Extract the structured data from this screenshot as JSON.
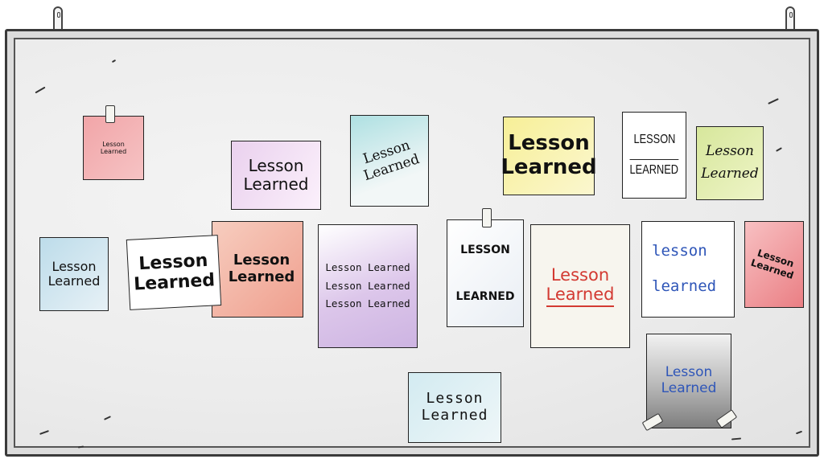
{
  "board": {
    "notes": [
      {
        "line1": "Lesson",
        "line2": "Learned"
      },
      {
        "line1": "Lesson",
        "line2": "Learned"
      },
      {
        "line1": "Lesson",
        "line2": "Learned"
      },
      {
        "line1": "Lesson",
        "line2": "Learned"
      },
      {
        "line1": "LESSON",
        "line2": "LEARNED"
      },
      {
        "line1": "Lesson",
        "line2": "Learned"
      },
      {
        "line1": "Lesson",
        "line2": "Learned"
      },
      {
        "line1": "Lesson",
        "line2": "Learned"
      },
      {
        "line1": "Lesson",
        "line2": "Learned"
      },
      {
        "line1": "Lesson Learned",
        "line2": "Lesson Learned",
        "line3": "Lesson Learned"
      },
      {
        "line1": "LESSON",
        "line2": "LEARNED"
      },
      {
        "line1": "Lesson",
        "line2": "Learned"
      },
      {
        "line1": "lesson",
        "line2": "learned"
      },
      {
        "line1": "Lesson",
        "line2": "Learned"
      },
      {
        "line1": "Lesson",
        "line2": "Learned"
      },
      {
        "line1": "Lesson",
        "line2": "Learned"
      }
    ],
    "colors": {
      "pink": "#f1a5a8",
      "lilac": "#ead1ee",
      "teal": "#bfe3e2",
      "yellow": "#f7f0a2",
      "green": "#dbe9a6",
      "blue": "#bddcea",
      "salmon": "#f4b4a5",
      "purple": "#d9c2e8",
      "red": "#ee8f92",
      "gray": "#8a8a8a",
      "red_text": "#d33a32",
      "blue_text": "#2f56b8"
    }
  }
}
